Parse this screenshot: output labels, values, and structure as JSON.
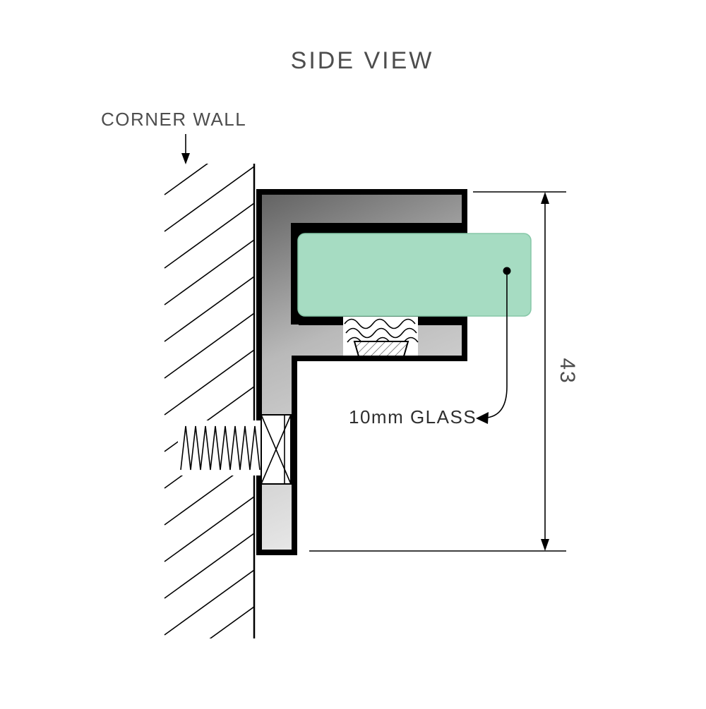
{
  "diagram": {
    "title": "SIDE VIEW",
    "wall_label": "CORNER WALL",
    "glass_label": "10mm GLASS",
    "dimension_label": "43"
  },
  "colors": {
    "glass_fill": "#a6dcc2",
    "outline": "#000000",
    "text": "#4d4d4d",
    "text_dark": "#2f2f2f",
    "metal_dark": "#616161",
    "metal_mid": "#b9b9b9",
    "metal_light": "#e9e9e9"
  }
}
